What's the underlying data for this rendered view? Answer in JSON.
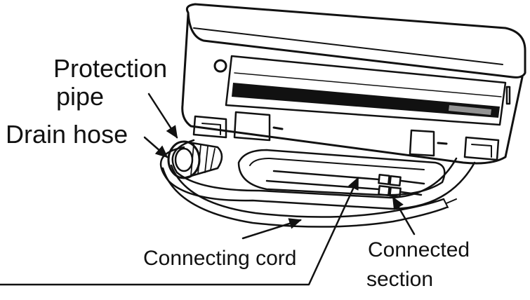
{
  "labels": {
    "protection_pipe_line1": "Protection",
    "protection_pipe_line2": "pipe",
    "drain_hose": "Drain hose",
    "connecting_cord": "Connecting cord",
    "connected_section_line1": "Connected",
    "connected_section_line2": "section"
  },
  "colors": {
    "ink": "#111111",
    "unit_body": "#ffffff",
    "vent": "#111111",
    "background": "#ffffff"
  }
}
